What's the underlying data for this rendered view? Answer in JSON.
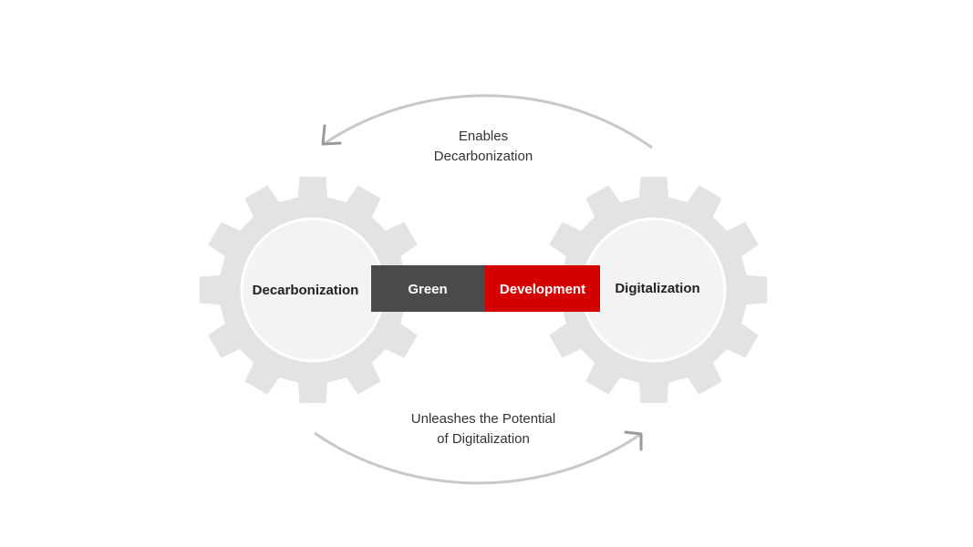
{
  "colors": {
    "background": "#ffffff",
    "gear": "#e3e3e3",
    "gear_center": "#f3f3f3",
    "arc": "#c8c8c8",
    "arrowhead": "#9a9a9a",
    "green_box": "#4a4a4a",
    "development_box": "#d40000"
  },
  "gears": {
    "left_label": "Decarbonization",
    "right_label": "Digitalization"
  },
  "center_bar": {
    "left_label": "Green",
    "right_label": "Development"
  },
  "top_arrow": {
    "line1": "Enables",
    "line2": "Decarbonization"
  },
  "bottom_arrow": {
    "line1": "Unleashes the Potential",
    "line2": "of Digitalization"
  }
}
